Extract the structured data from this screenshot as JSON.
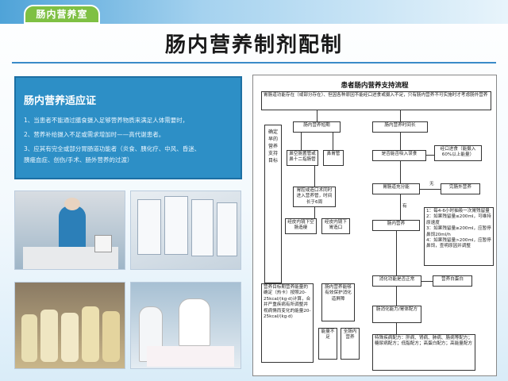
{
  "header": {
    "tab_label": "肠内营养室"
  },
  "page": {
    "title": "肠内营养制剂配制"
  },
  "indications": {
    "title": "肠内营养适应证",
    "items": [
      "1、当患者不能通过膳食摄入足够营养物质来满足人体需要时，",
      "2、营养补给摄入不足或需求增加时——高代谢患者。",
      "3、应其有完全或部分胃肠道功能者（炎食、胰化疗、中风、昏迷、",
      "   胰瘘血症、创伤/手术、肠外营养的过渡）"
    ]
  },
  "flowchart": {
    "title": "患者肠内营养支持流程",
    "top_box": "胃肠道功能存在（或部分存在）、但因各种原因不能经口进食或摄入不足，只有肠内营养不可实施时才考虑肠外营养",
    "short_term": "肠内营养短期",
    "long_term": "肠内营养时间长",
    "nasoduo": "鼻空肠置管或鼻十二指肠管",
    "nasogastric": "鼻胃管",
    "surgery": "胃腔或造口术同时进入营养管，时间长于6周",
    "gastrostomy_l": "经皮内镜下空肠造瘘",
    "gastrostomy_r": "经皮内镜下胃造口",
    "aspiration": "是否能否吸入误食",
    "oral_check": "经口进食（能摄入60%以上能量）",
    "gi_function": "胃肠道充分能",
    "no_label": "无",
    "yes_label": "有",
    "parenteral": "完肠外营养",
    "intestine": "肠内营养",
    "side_vertical": "确定早的营养支持目标",
    "residual_notes": [
      "1：每4-6小时抽吸一次胃残留量",
      "2：如果残留量≤200ml，可维持原速度",
      "3：如果残留量≥200ml，应暂停鼻饲20ml/h",
      "4：如果残留量>200ml，应暂停鼻饲，查明原因并调整"
    ],
    "energy_calc": "营养目标期营养能量的确定（热卡）按照20-25kcal/(kg·d)计算，合并严重疾病有所调整并视病情而变化的能量20-25kcal/(kg·d)",
    "protein": "肠内营养能够有效保护消化道屏障",
    "tolerance": "消化功能是否正常",
    "complication": "营养白蛋白",
    "shortage_l": "能量不足",
    "shortage_r": "全肠内营养",
    "formula": "肠消化能力/胃体配方",
    "special": "特殊疾病配方：肝病、肾病、肺病、肠病等配方；糖尿病配方；低脂配方；高蛋白配方；高能量配方"
  }
}
